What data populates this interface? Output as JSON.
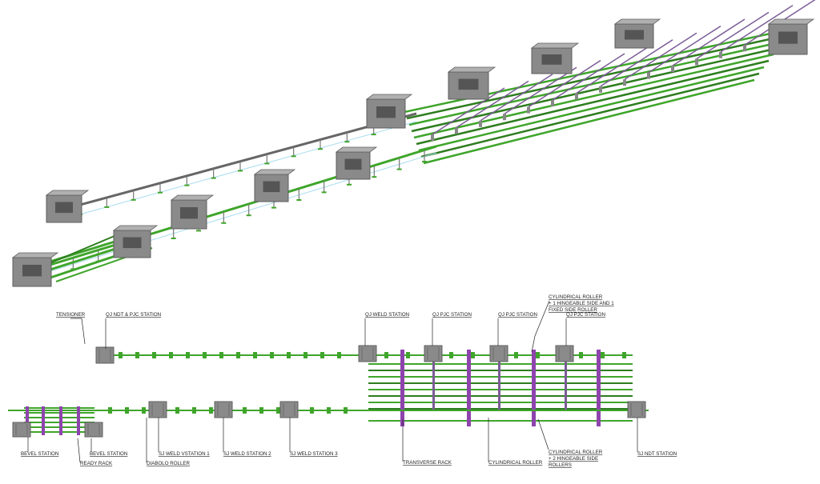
{
  "labels": {
    "tensioner": "TENSIONER",
    "qj_ndt_pjc": "QJ NDT & PJC STATION",
    "qj_weld": "QJ WELD STATION",
    "qj_pjc_1": "QJ PJC STATION",
    "qj_pjc_2": "QJ PJC STATION",
    "qj_pjc_3": "QJ PJC STATION",
    "cyl_roller_top_1": "CYLINDRICAL ROLLER",
    "cyl_roller_top_2": "+ 1 HINGEABLE SIDE AND 1",
    "cyl_roller_top_3": "FIXED SIDE ROLLER",
    "bevel_station_1": "BEVEL STATION",
    "bevel_station_2": "BEVEL STATION",
    "ready_rack": "READY RACK",
    "diabolo_roller": "DIABOLO ROLLER",
    "sj_weld_1": "SJ WELD VSTATION 1",
    "sj_weld_2": "SJ WELD STATION 2",
    "sj_weld_3": "SJ WELD STATION 3",
    "transverse_rack": "TRANSVERSE RACK",
    "cyl_roller_bottom": "CYLINDRICAL ROLLER",
    "cyl_roller_hinge_1": "CYLINDRICAL ROLLER",
    "cyl_roller_hinge_2": "+ 2 HINGEABLE SIDE",
    "cyl_roller_hinge_3": "ROLLERS",
    "sj_ndt": "SJ NDT STATION"
  },
  "colors": {
    "conveyor": "#3fa52b",
    "conveyor_dark": "#2e7d1f",
    "station": "#8a8a8a",
    "station_dark": "#5f5f5f",
    "roller_purple": "#8e44ad",
    "gray_line": "#666666",
    "water_line": "#9fd3ea"
  }
}
